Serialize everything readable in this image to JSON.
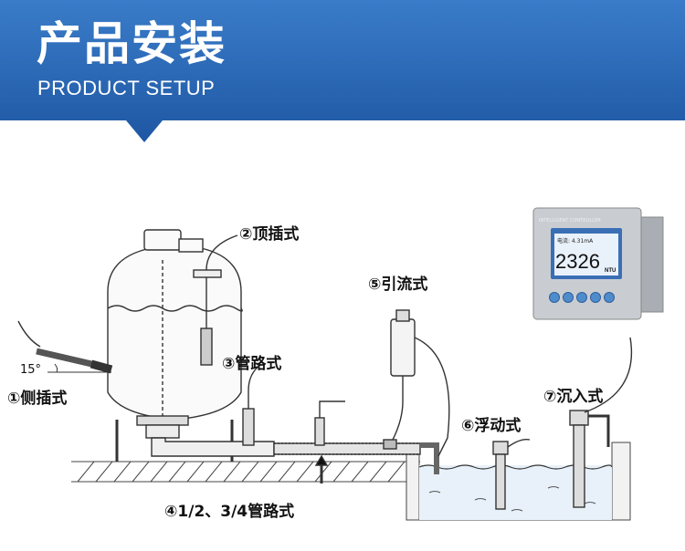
{
  "header": {
    "title": "产品安装",
    "subtitle": "PRODUCT SETUP"
  },
  "controller": {
    "brand_text": "INTELLIGENT CONTROLLER",
    "status_line": "电流: 4.31mA",
    "reading": "2326",
    "unit": "NTU"
  },
  "methods": [
    {
      "num": "①",
      "text": "侧插式"
    },
    {
      "num": "②",
      "text": "顶插式"
    },
    {
      "num": "③",
      "text": "管路式"
    },
    {
      "num": "④",
      "text": "1/2、3/4管路式"
    },
    {
      "num": "⑤",
      "text": "引流式"
    },
    {
      "num": "⑥",
      "text": "浮动式"
    },
    {
      "num": "⑦",
      "text": "沉入式"
    }
  ],
  "angle_label": "15°",
  "colors": {
    "banner_top": "#2e6fc0",
    "banner_bottom": "#1f5ba8",
    "line": "#333333"
  }
}
